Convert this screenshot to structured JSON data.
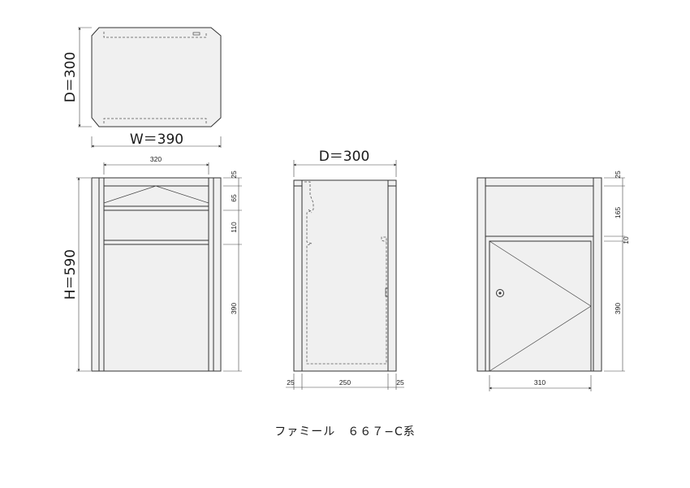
{
  "top_view": {
    "depth_label": "D＝300",
    "width_label": "W＝390"
  },
  "front_view": {
    "height_label": "H＝590",
    "inner_width": "320",
    "heights": [
      "25",
      "65",
      "110",
      "390"
    ]
  },
  "side_view": {
    "depth_label": "D＝300",
    "bottom": [
      "25",
      "250",
      "25"
    ]
  },
  "back_view": {
    "heights": [
      "25",
      "165",
      "10",
      "390"
    ],
    "door_width": "310"
  },
  "caption": "ファミール　６６７−C系"
}
